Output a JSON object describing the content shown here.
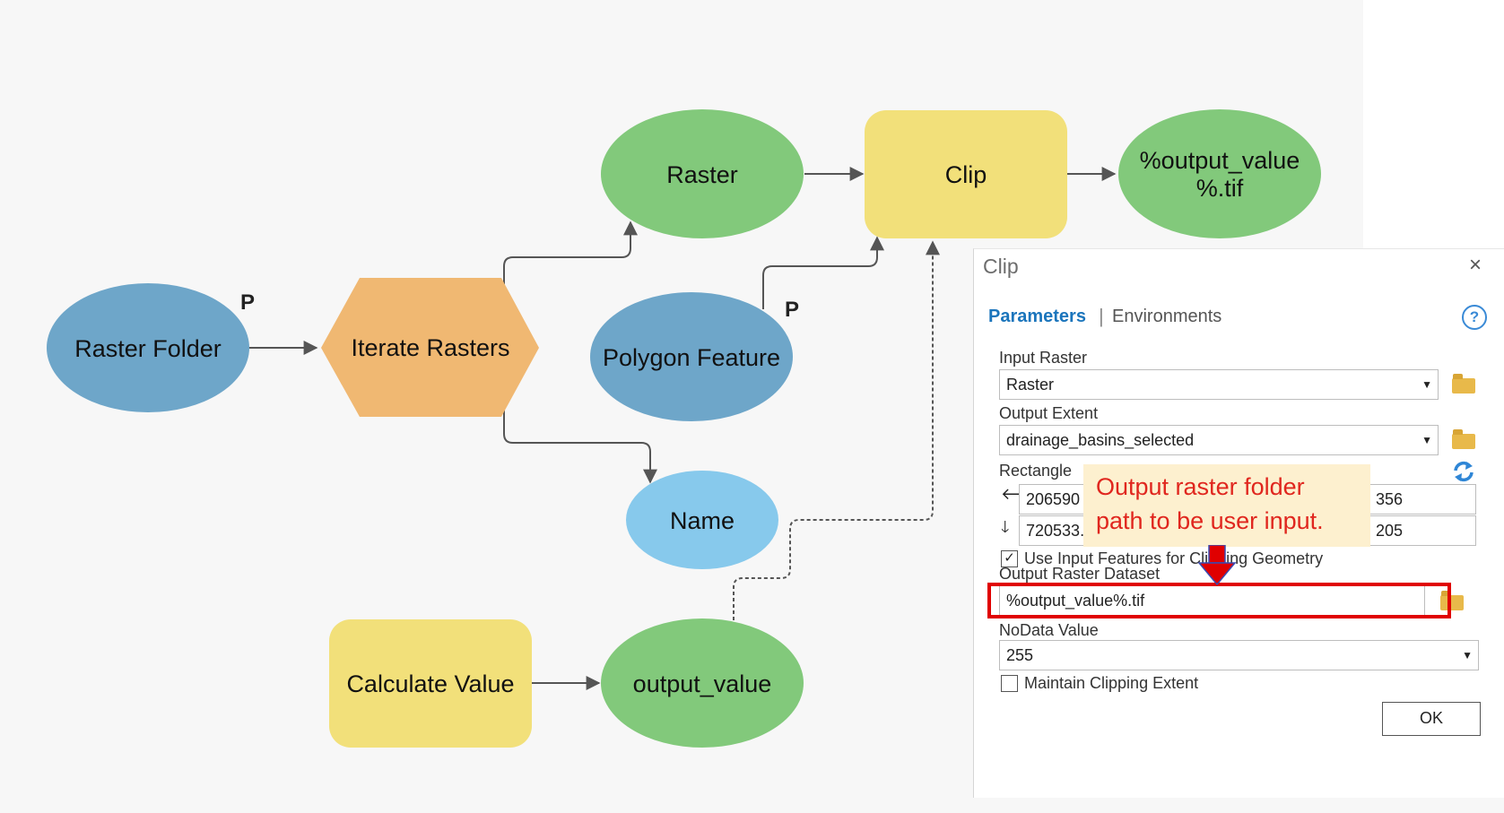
{
  "diagram": {
    "nodes": {
      "raster_folder": "Raster Folder",
      "iterate_rasters": "Iterate Rasters",
      "raster": "Raster",
      "name": "Name",
      "polygon_feature": "Polygon Feature",
      "clip": "Clip",
      "output_line1": "%output_value",
      "output_line2": "%.tif",
      "calculate_value": "Calculate Value",
      "output_value": "output_value"
    },
    "param_marker": "P",
    "colors": {
      "blue": "#6ea6c9",
      "light_blue": "#87c9ec",
      "green": "#82c97b",
      "orange": "#f0b872",
      "yellow": "#f2e07a",
      "connector": "#555555"
    }
  },
  "dialog": {
    "title": "Clip",
    "close_icon": "×",
    "tabs": {
      "parameters": "Parameters",
      "separator": "|",
      "environments": "Environments"
    },
    "help_icon": "?",
    "input_raster": {
      "label": "Input Raster",
      "value": "Raster"
    },
    "output_extent": {
      "label": "Output Extent",
      "value": "drainage_basins_selected"
    },
    "rectangle": {
      "label": "Rectangle",
      "left": "206590",
      "right": "356",
      "bottom": "720533.",
      "top": "205"
    },
    "use_input_features": {
      "label": "Use Input Features for Clipping Geometry",
      "checked": true,
      "check_glyph": "✓"
    },
    "output_raster": {
      "label": "Output Raster Dataset",
      "value": "%output_value%.tif"
    },
    "nodata": {
      "label": "NoData Value",
      "value": "255"
    },
    "maintain_extent": {
      "label": "Maintain Clipping Extent",
      "checked": false
    },
    "ok_label": "OK",
    "dropdown_glyph": "▼",
    "left_arrow_glyph": "🡐",
    "down_arrow_glyph": "🡓"
  },
  "annotation": {
    "line1": "Output raster folder",
    "line2": "path to be user input.",
    "highlight_color": "#e00000",
    "callout_bg": "#fdf0cf"
  }
}
